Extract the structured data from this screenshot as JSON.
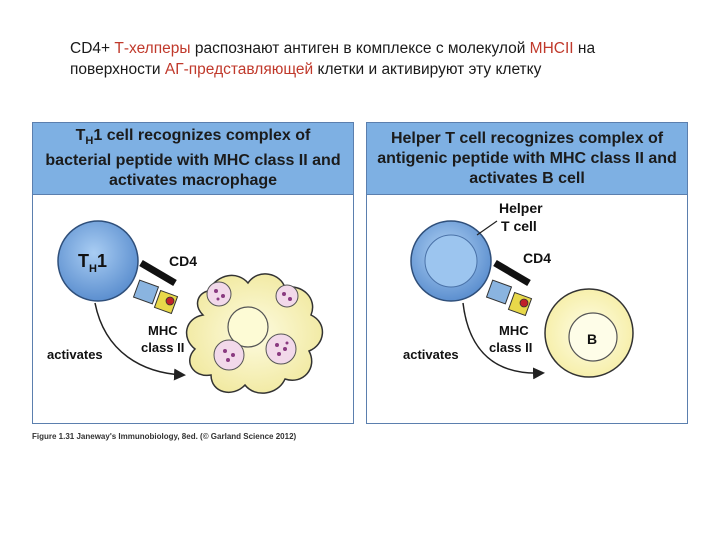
{
  "caption": {
    "part1": "CD4+ ",
    "part2": "Т-хелперы",
    "part3": " распознают антиген в комплексе с молекулой ",
    "part4": "МНСII",
    "part5": " на поверхности ",
    "part6": "АГ-представляющей",
    "part7": " клетки и активируют эту клетку"
  },
  "left_panel": {
    "title_pre": "T",
    "title_sub": "H",
    "title_rest": "1 cell recognizes complex of bacterial peptide with MHC class II and activates macrophage",
    "cell_main": "T",
    "cell_sub": "H",
    "cell_num": "1",
    "cd4": "CD4",
    "mhc1": "MHC",
    "mhc2": "class II",
    "activates": "activates"
  },
  "right_panel": {
    "title": "Helper T cell recognizes complex of antigenic peptide with MHC class II and activates B cell",
    "helper1": "Helper",
    "helper2": "T cell",
    "cd4": "CD4",
    "mhc1": "MHC",
    "mhc2": "class II",
    "activates": "activates",
    "b_label": "B"
  },
  "figure_caption": "Figure 1.31 Janeway's Immunobiology, 8ed. (© Garland Science 2012)",
  "colors": {
    "header_bg": "#7eb0e3",
    "t_cell": "#6d9fd8",
    "macrophage": "#f7f2b3",
    "b_cell": "#fbf7c4",
    "mhc": "#e8d84a",
    "tcr": "#8ab4e0",
    "caption_red": "#c0392b"
  }
}
